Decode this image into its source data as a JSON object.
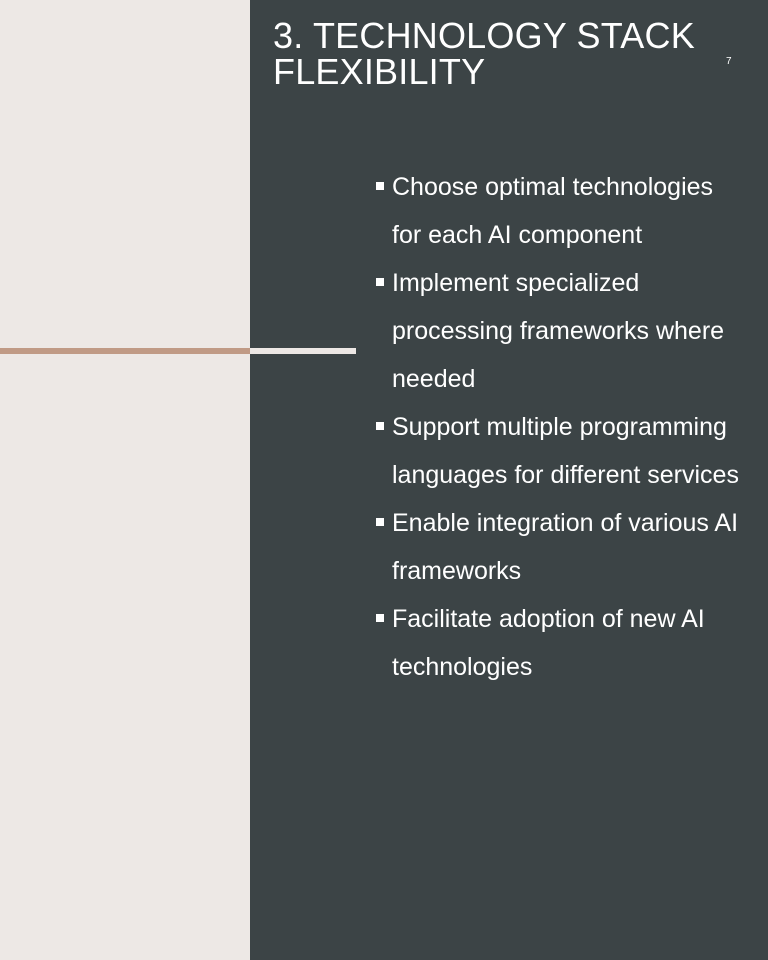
{
  "slide": {
    "title": "3. TECHNOLOGY STACK FLEXIBILITY",
    "page_number": "7",
    "bullets": [
      "Choose optimal technologies for each AI component",
      "Implement specialized processing frameworks where needed",
      "Support multiple programming languages for different services",
      "Enable integration of various AI frameworks",
      "Facilitate adoption of new AI technologies"
    ]
  },
  "colors": {
    "background_light": "#ede8e5",
    "panel_dark": "#3c4446",
    "accent": "#c09a85",
    "text": "#ffffff"
  }
}
